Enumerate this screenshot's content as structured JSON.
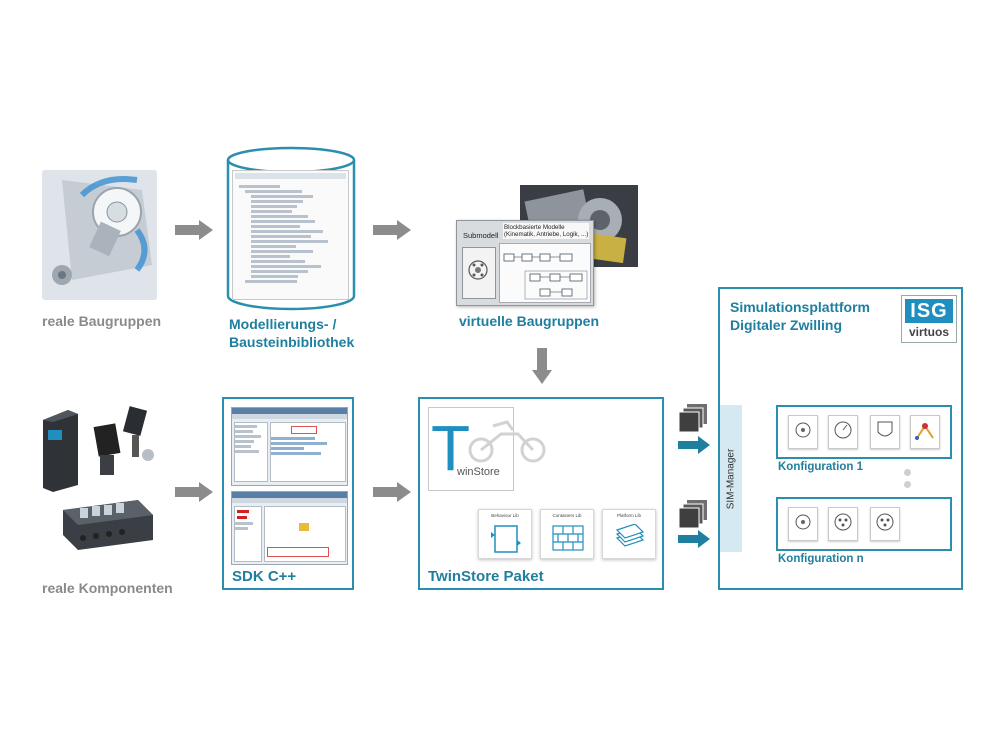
{
  "labels": {
    "real_assemblies": "reale Baugruppen",
    "modeling_line1": "Modellierungs- /",
    "modeling_line2": "Bausteinbibliothek",
    "virtual_assemblies": "virtuelle Baugruppen",
    "real_components": "reale Komponenten",
    "sdk": "SDK C++",
    "twinstore_package": "TwinStore Paket",
    "platform_line1": "Simulationsplattform",
    "platform_line2": "Digitaler Zwilling",
    "sim_manager": "SIM-Manager",
    "config_1": "Konfiguration 1",
    "config_n": "Konfiguration n"
  },
  "submodel": {
    "title": "Submodell",
    "blocks_line1": "Blockbasierte Modelle",
    "blocks_line2": "(Kinematik, Antriebe, Logik, ...)"
  },
  "twinstore": {
    "letter": "T",
    "rest": "winStore",
    "libs": [
      "Behaviour Lib",
      "Containers Lib",
      "Platform Lib"
    ]
  },
  "logo": {
    "letters": "ISG",
    "name": "virtuos"
  },
  "colors": {
    "accent": "#2a8fae",
    "label_blue": "#1f7f9f",
    "label_gray": "#8a8a8a",
    "arrow_gray": "#8c8c8c",
    "arrow_blue": "#1f7f9f",
    "sim_manager_bg": "#d5e9f2"
  }
}
